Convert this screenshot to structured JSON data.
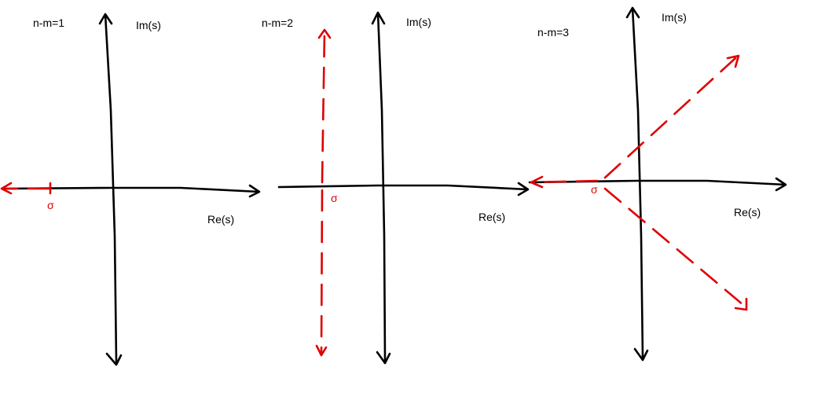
{
  "colors": {
    "axis": "#000000",
    "asymptote": "#e00000",
    "background": "#ffffff"
  },
  "panels": [
    {
      "title": "n-m=1",
      "imag_label": "Im(s)",
      "real_label": "Re(s)",
      "centroid_label": "σ"
    },
    {
      "title": "n-m=2",
      "imag_label": "Im(s)",
      "real_label": "Re(s)",
      "centroid_label": "σ"
    },
    {
      "title": "n-m=3",
      "imag_label": "Im(s)",
      "real_label": "Re(s)",
      "centroid_label": "σ"
    }
  ]
}
